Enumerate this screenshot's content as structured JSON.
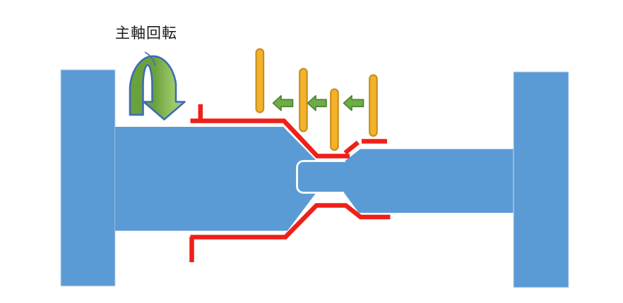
{
  "label": {
    "text": "主軸回転"
  },
  "colors": {
    "background": "#FFFFFF",
    "workpiece": "#5B9BD5",
    "flangeEdge": "#C9D8EA",
    "profile": "#EE2019",
    "tool": "#F3B229",
    "toolStroke": "#C98F1F",
    "feedArrow": "#6CAD46",
    "feedArrowStroke": "#4E7C31",
    "rotationDark": "#69A23D",
    "rotationLight": "#9EC968",
    "rotationStroke": "#3E6CB3",
    "neckOutline": "#FFFFFF",
    "labelColor": "#1A1A1A"
  },
  "icons": {
    "rotation": "spindle-rotation-arrow-icon",
    "tool": "cutting-tool-bar",
    "feed": "feed-left-arrow-icon",
    "profile": "machining-profile-line"
  }
}
